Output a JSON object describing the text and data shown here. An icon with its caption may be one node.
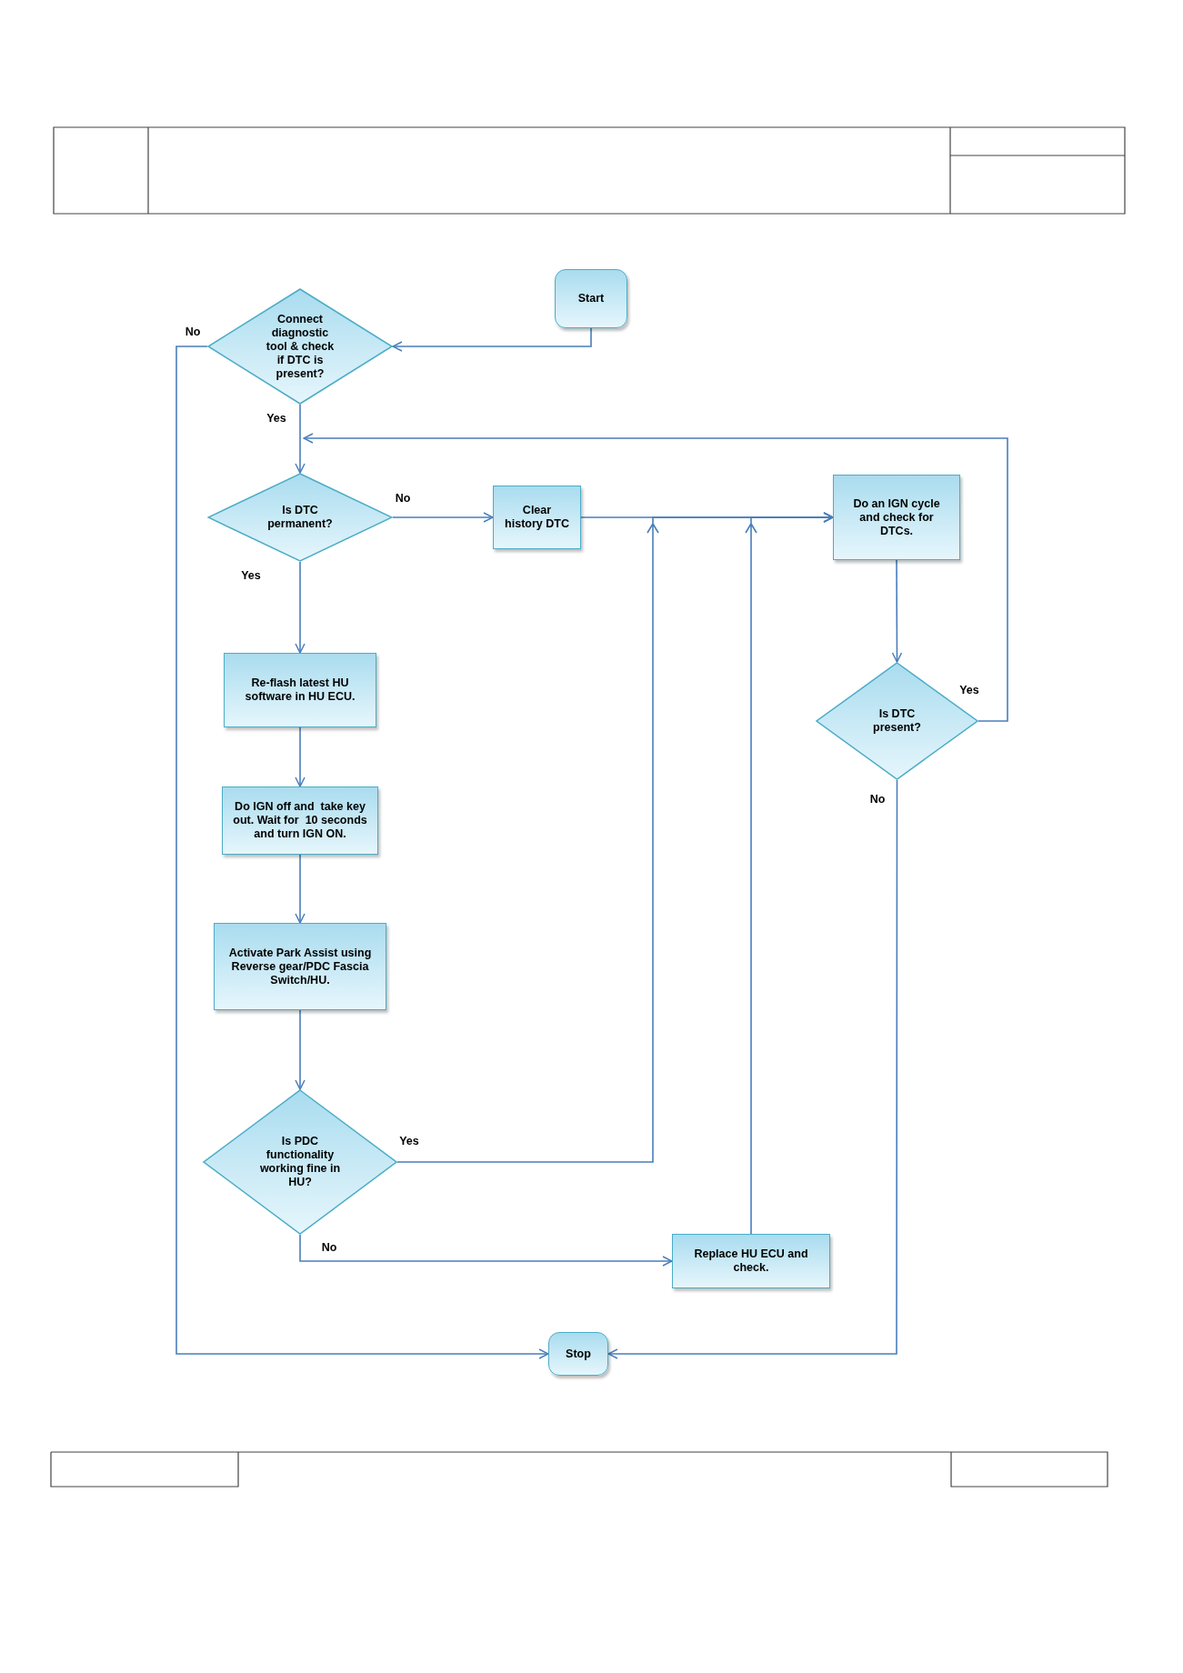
{
  "diagram": {
    "nodes": [
      {
        "text": [
          "Start"
        ]
      },
      {
        "text": [
          "Connect diagnostic tool & check if DTC is present?"
        ]
      },
      {
        "text": [
          "Is DTC permanent?"
        ]
      },
      {
        "text": [
          "Clear history DTC"
        ]
      },
      {
        "text": [
          "Do an IGN cycle and check for DTCs."
        ]
      },
      {
        "text": [
          "Is DTC present?"
        ]
      },
      {
        "text": [
          "Re-flash latest HU software in HU ECU."
        ]
      },
      {
        "text": [
          "Do IGN off and  take key out. Wait for  10 seconds and turn IGN ON."
        ]
      },
      {
        "text": [
          "Activate Park Assist using Reverse gear/PDC Fascia Switch/HU."
        ]
      },
      {
        "text": [
          "Is PDC functionality working fine in HU?"
        ]
      },
      {
        "text": [
          "Replace HU ECU and check."
        ]
      },
      {
        "text": [
          "Stop"
        ]
      }
    ],
    "edges": [
      {
        "from": 0,
        "to": 1,
        "arrow": "to"
      },
      {
        "from": 1,
        "to": 11,
        "arrow": "to",
        "label": "No"
      },
      {
        "from": 1,
        "to": 2,
        "arrow": "to",
        "label": "Yes"
      },
      {
        "from": 2,
        "to": 3,
        "arrow": "to",
        "label": "No"
      },
      {
        "from": 2,
        "to": 6,
        "arrow": "to",
        "label": "Yes"
      },
      {
        "from": 3,
        "to": 4,
        "arrow": "to"
      },
      {
        "from": 4,
        "to": 5,
        "arrow": "to"
      },
      {
        "from": 5,
        "to": 2,
        "arrow": "to",
        "label": "Yes"
      },
      {
        "from": 5,
        "to": 11,
        "arrow": "to",
        "label": "No"
      },
      {
        "from": 6,
        "to": 7,
        "arrow": "to"
      },
      {
        "from": 7,
        "to": 8,
        "arrow": "to"
      },
      {
        "from": 8,
        "to": 9,
        "arrow": "to"
      },
      {
        "from": 9,
        "to": 4,
        "arrow": "to",
        "label": "Yes"
      },
      {
        "from": 9,
        "to": 10,
        "arrow": "to",
        "label": "No"
      },
      {
        "from": 10,
        "to": 4,
        "arrow": "to"
      }
    ]
  }
}
